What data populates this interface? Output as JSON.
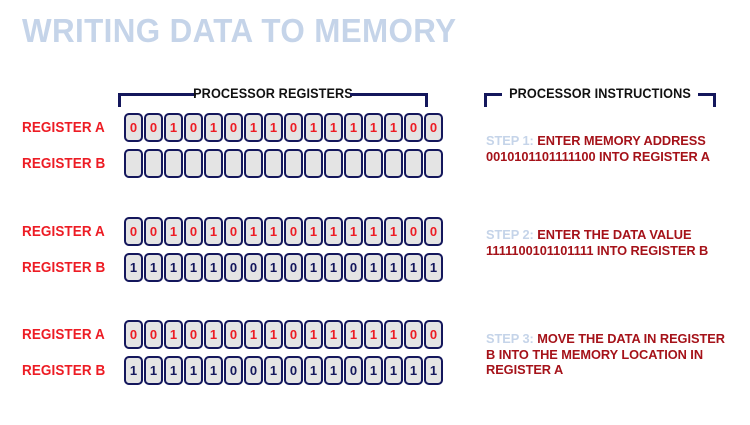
{
  "title": "WRITING DATA TO MEMORY",
  "colors": {
    "title": "#c5d4e9",
    "navy": "#14175c",
    "red": "#ed1c24",
    "dark_red": "#a51219",
    "cell_fill": "#e4e4e4",
    "background": "#ffffff"
  },
  "brackets": {
    "registers": "PROCESSOR REGISTERS",
    "instructions": "PROCESSOR INSTRUCTIONS"
  },
  "labels": {
    "register_a": "REGISTER A",
    "register_b": "REGISTER B"
  },
  "groups": [
    {
      "register_a_bits": [
        "0",
        "0",
        "1",
        "0",
        "1",
        "0",
        "1",
        "1",
        "0",
        "1",
        "1",
        "1",
        "1",
        "1",
        "0",
        "0"
      ],
      "register_b_bits": [
        "",
        "",
        "",
        "",
        "",
        "",
        "",
        "",
        "",
        "",
        "",
        "",
        "",
        "",
        "",
        ""
      ]
    },
    {
      "register_a_bits": [
        "0",
        "0",
        "1",
        "0",
        "1",
        "0",
        "1",
        "1",
        "0",
        "1",
        "1",
        "1",
        "1",
        "1",
        "0",
        "0"
      ],
      "register_b_bits": [
        "1",
        "1",
        "1",
        "1",
        "1",
        "0",
        "0",
        "1",
        "0",
        "1",
        "1",
        "0",
        "1",
        "1",
        "1",
        "1"
      ]
    },
    {
      "register_a_bits": [
        "0",
        "0",
        "1",
        "0",
        "1",
        "0",
        "1",
        "1",
        "0",
        "1",
        "1",
        "1",
        "1",
        "1",
        "0",
        "0"
      ],
      "register_b_bits": [
        "1",
        "1",
        "1",
        "1",
        "1",
        "0",
        "0",
        "1",
        "0",
        "1",
        "1",
        "0",
        "1",
        "1",
        "1",
        "1"
      ]
    }
  ],
  "instructions": [
    {
      "step": "STEP 1:",
      "text": "ENTER MEMORY ADDRESS 0010101101111100 INTO REGISTER A"
    },
    {
      "step": "STEP 2:",
      "text": "ENTER THE DATA VALUE 1111100101101111 INTO REGISTER B"
    },
    {
      "step": "STEP 3:",
      "text": "MOVE THE DATA IN REGISTER B INTO THE MEMORY LOCATION IN REGISTER A"
    }
  ]
}
